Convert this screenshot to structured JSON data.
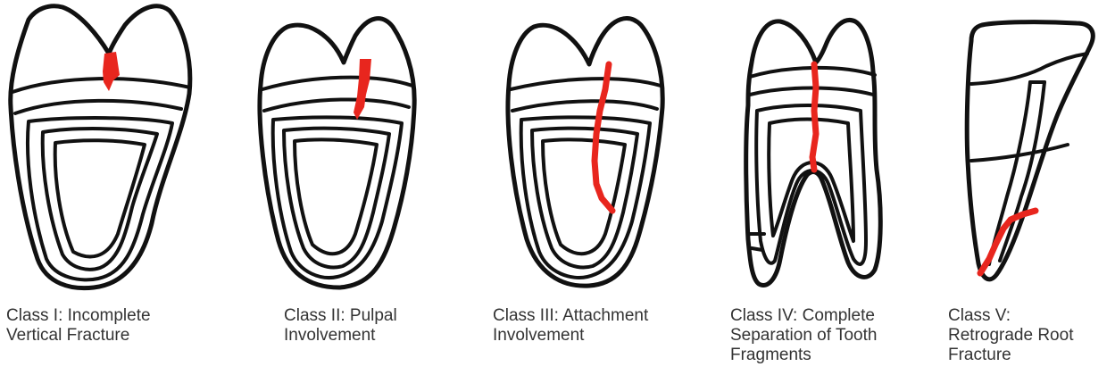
{
  "figure": {
    "panels": [
      {
        "id": "class-1",
        "caption_lines": [
          "Class I: Incomplete",
          "Vertical Fracture"
        ]
      },
      {
        "id": "class-2",
        "caption_lines": [
          "Class II: Pulpal",
          "Involvement"
        ]
      },
      {
        "id": "class-3",
        "caption_lines": [
          "Class III: Attachment",
          "Involvement"
        ]
      },
      {
        "id": "class-4",
        "caption_lines": [
          "Class IV: Complete",
          "Separation of Tooth",
          "Fragments"
        ]
      },
      {
        "id": "class-5",
        "caption_lines": [
          "Class V:",
          "Retrograde Root",
          "Fracture"
        ]
      }
    ],
    "colors": {
      "outline": "#111111",
      "fracture": "#e8261e",
      "caption": "#333333"
    }
  }
}
